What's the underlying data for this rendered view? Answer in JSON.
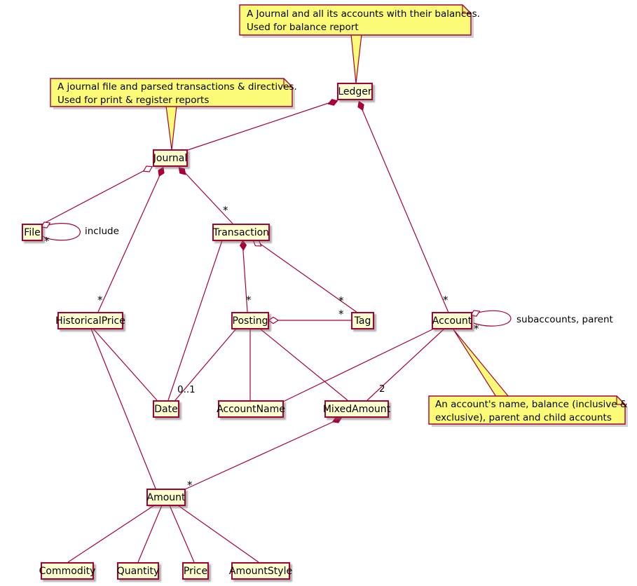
{
  "diagram": {
    "kind": "uml-class-diagram",
    "classes": {
      "ledger": {
        "label": "Ledger"
      },
      "journal": {
        "label": "Journal"
      },
      "file": {
        "label": "File"
      },
      "transaction": {
        "label": "Transaction"
      },
      "historicalprice": {
        "label": "HistoricalPrice"
      },
      "posting": {
        "label": "Posting"
      },
      "tag": {
        "label": "Tag"
      },
      "account": {
        "label": "Account"
      },
      "date": {
        "label": "Date"
      },
      "accountname": {
        "label": "AccountName"
      },
      "mixedamount": {
        "label": "MixedAmount"
      },
      "amount": {
        "label": "Amount"
      },
      "commodity": {
        "label": "Commodity"
      },
      "quantity": {
        "label": "Quantity"
      },
      "price": {
        "label": "Price"
      },
      "amountstyle": {
        "label": "AmountStyle"
      }
    },
    "notes": {
      "ledger": {
        "line1": "A Journal and all its accounts with their balances.",
        "line2": "Used for balance report"
      },
      "journal": {
        "line1": "A journal file and parsed transactions & directives.",
        "line2": "Used for print & register reports"
      },
      "account": {
        "line1": "An account's name, balance (inclusive &",
        "line2": "exclusive), parent and child accounts"
      }
    },
    "labels": {
      "many": "*",
      "zero_or_one": "0..1",
      "two": "2",
      "include": "include",
      "subaccounts_parent": "subaccounts, parent"
    },
    "relationships": [
      {
        "from": "Ledger",
        "to": "Journal",
        "type": "composition"
      },
      {
        "from": "Ledger",
        "to": "Account",
        "type": "composition",
        "multiplicity": "*"
      },
      {
        "from": "Journal",
        "to": "File",
        "type": "aggregation"
      },
      {
        "from": "File",
        "to": "File",
        "type": "aggregation",
        "multiplicity": "*",
        "label": "include"
      },
      {
        "from": "Journal",
        "to": "HistoricalPrice",
        "type": "composition",
        "multiplicity": "*"
      },
      {
        "from": "Journal",
        "to": "Transaction",
        "type": "composition",
        "multiplicity": "*"
      },
      {
        "from": "Transaction",
        "to": "Date",
        "type": "association"
      },
      {
        "from": "Transaction",
        "to": "Posting",
        "type": "composition",
        "multiplicity": "*"
      },
      {
        "from": "Transaction",
        "to": "Tag",
        "type": "aggregation",
        "multiplicity": "*"
      },
      {
        "from": "Posting",
        "to": "Tag",
        "type": "aggregation",
        "multiplicity": "*"
      },
      {
        "from": "Posting",
        "to": "Date",
        "type": "association",
        "multiplicity": "0..1"
      },
      {
        "from": "Posting",
        "to": "AccountName",
        "type": "association"
      },
      {
        "from": "Posting",
        "to": "MixedAmount",
        "type": "association"
      },
      {
        "from": "Account",
        "to": "AccountName",
        "type": "association"
      },
      {
        "from": "Account",
        "to": "MixedAmount",
        "type": "association",
        "multiplicity": "2"
      },
      {
        "from": "Account",
        "to": "Account",
        "type": "aggregation",
        "multiplicity": "*",
        "label": "subaccounts, parent"
      },
      {
        "from": "MixedAmount",
        "to": "Amount",
        "type": "composition",
        "multiplicity": "*"
      },
      {
        "from": "HistoricalPrice",
        "to": "Date",
        "type": "association"
      },
      {
        "from": "HistoricalPrice",
        "to": "Amount",
        "type": "association"
      },
      {
        "from": "Amount",
        "to": "Commodity",
        "type": "association"
      },
      {
        "from": "Amount",
        "to": "Quantity",
        "type": "association"
      },
      {
        "from": "Amount",
        "to": "Price",
        "type": "association"
      },
      {
        "from": "Amount",
        "to": "AmountStyle",
        "type": "association"
      }
    ],
    "colors": {
      "line": "#A80036",
      "class_fill": "#FEFECE",
      "note_fill": "#FBFB77",
      "text": "#000000",
      "background": "#FFFFFF"
    }
  }
}
